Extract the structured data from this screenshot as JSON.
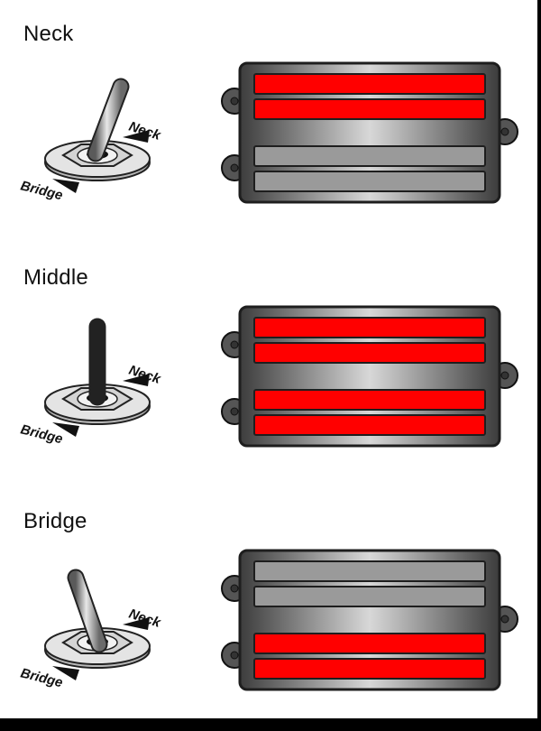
{
  "colors": {
    "active_coil": "#ff0000",
    "inactive_coil": "#9a9a9a",
    "frame": "#3a3a3a",
    "background": "#ffffff"
  },
  "icons": {
    "toggle_switch": "toggle-switch-icon",
    "pickup": "humbucker-pickup-icon"
  },
  "positions": [
    {
      "title": "Neck",
      "toggle": {
        "neck_label": "Neck",
        "bridge_label": "Bridge",
        "lever": "neck"
      },
      "coils": [
        "active",
        "active",
        "inactive",
        "inactive"
      ]
    },
    {
      "title": "Middle",
      "toggle": {
        "neck_label": "Neck",
        "bridge_label": "Bridge",
        "lever": "middle"
      },
      "coils": [
        "active",
        "active",
        "active",
        "active"
      ]
    },
    {
      "title": "Bridge",
      "toggle": {
        "neck_label": "Neck",
        "bridge_label": "Bridge",
        "lever": "bridge"
      },
      "coils": [
        "inactive",
        "inactive",
        "active",
        "active"
      ]
    }
  ]
}
